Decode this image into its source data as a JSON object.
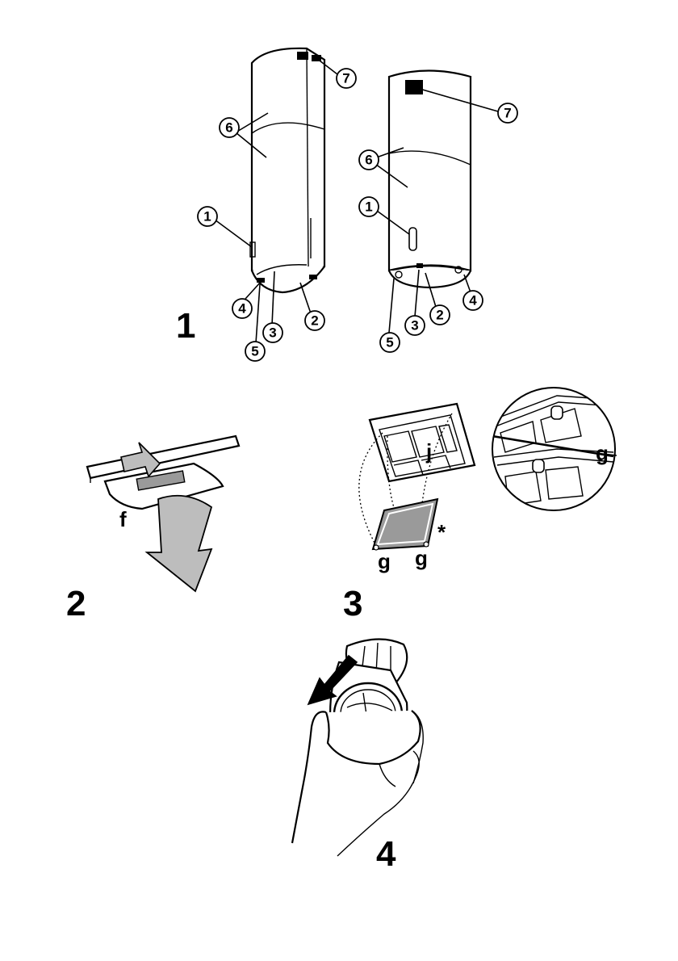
{
  "figure1": {
    "step_label": "1",
    "left_hood_callouts": [
      "7",
      "6",
      "1",
      "4",
      "5",
      "3",
      "2"
    ],
    "right_hood_callouts": [
      "7",
      "6",
      "1",
      "4",
      "5",
      "3",
      "2"
    ]
  },
  "figure2": {
    "step_label": "2",
    "part_label": "f"
  },
  "figure3": {
    "step_label": "3",
    "part_j": "j",
    "part_g_left": "g",
    "part_g_right": "g",
    "part_g_detail": "g",
    "asterisk": "*"
  },
  "figure4": {
    "step_label": "4"
  },
  "colors": {
    "ink": "#000000",
    "arrow_fill": "#bdbdbd",
    "filter_fill": "#9a9a9a",
    "paper": "#ffffff"
  }
}
